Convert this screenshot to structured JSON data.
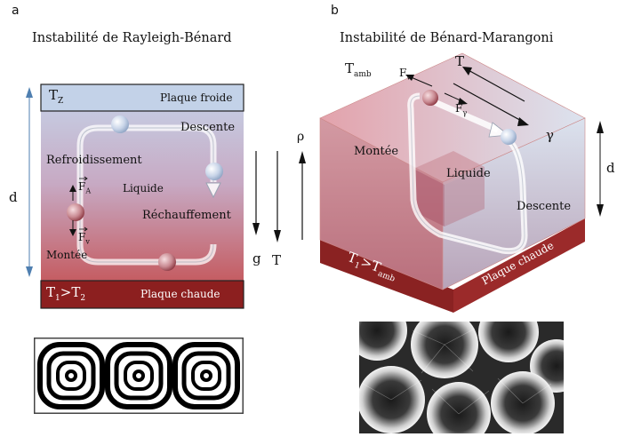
{
  "panel_a": {
    "letter": "a",
    "title": "Instabilité de Rayleigh-Bénard",
    "top_plate": "Plaque froide",
    "top_temp": "T",
    "top_temp_sub": "Z",
    "bottom_plate": "Plaque chaude",
    "bottom_temp": "T",
    "bottom_temp_sub1": "1",
    "bottom_temp_op": ">T",
    "bottom_temp_sub2": "2",
    "descente": "Descente",
    "refroidissement": "Refroidissement",
    "liquide": "Liquide",
    "rechauffement": "Réchauffement",
    "montee": "Montée",
    "force_a": "F",
    "force_a_sub": "A",
    "force_v": "F",
    "force_v_sub": "v",
    "depth": "d",
    "rho": "ρ",
    "gravity": "g",
    "temperature": "T"
  },
  "panel_b": {
    "letter": "b",
    "title": "Instabilité de Bénard-Marangoni",
    "t_amb": "T",
    "t_amb_sub": "amb",
    "force_v": "F",
    "force_v_sub": "v",
    "force_gamma": "F",
    "force_gamma_sub": "γ",
    "temperature": "T",
    "gamma": "γ",
    "montee": "Montée",
    "liquide": "Liquide",
    "descente": "Descente",
    "depth": "d",
    "bottom_temp": "T",
    "bottom_temp_sub1": "1",
    "bottom_temp_op": ">T",
    "bottom_temp_sub2": "amb",
    "bottom_plate": "Plaque chaude"
  },
  "colors": {
    "cold_top": "#c8d6ea",
    "hot_bottom": "#c84a4a",
    "hot_plate": "#8e2020",
    "cube_top": "#e7b5bc",
    "cube_left": "#c98792",
    "cube_right": "#d2dbea"
  }
}
